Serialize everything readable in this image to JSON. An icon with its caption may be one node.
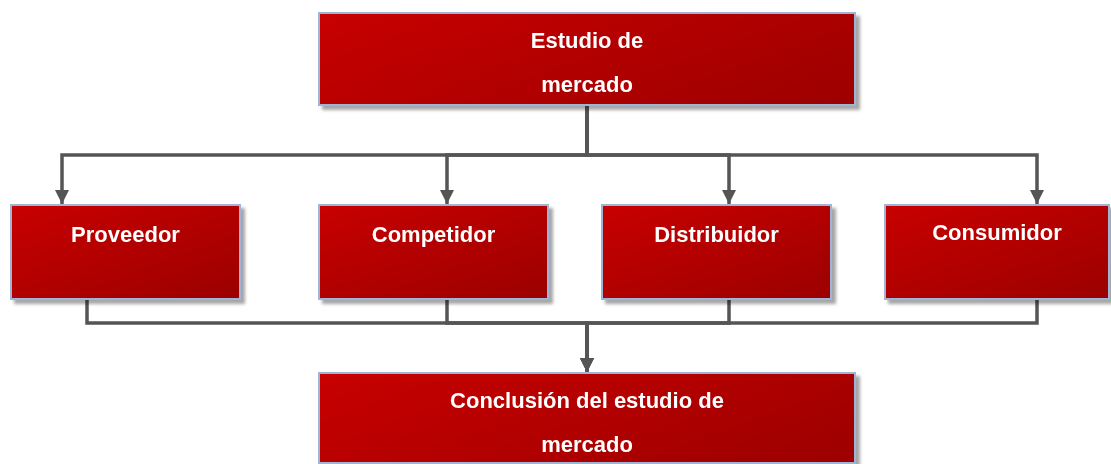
{
  "diagram": {
    "nodes": [
      {
        "text": [
          "Estudio de mercado"
        ]
      },
      {
        "text": [
          "Proveedor"
        ]
      },
      {
        "text": [
          "Competidor"
        ]
      },
      {
        "text": [
          "Distribuidor"
        ]
      },
      {
        "text": [
          "Consumidor"
        ]
      },
      {
        "text": [
          "Conclusión del estudio de mercado"
        ]
      }
    ],
    "edges": [
      {
        "from": 0,
        "to": 1,
        "arrow": "to"
      },
      {
        "from": 0,
        "to": 2,
        "arrow": "to"
      },
      {
        "from": 0,
        "to": 3,
        "arrow": "to"
      },
      {
        "from": 0,
        "to": 4,
        "arrow": "to"
      },
      {
        "from": 1,
        "to": 5,
        "arrow": "to"
      },
      {
        "from": 2,
        "to": 5,
        "arrow": "to"
      },
      {
        "from": 3,
        "to": 5,
        "arrow": "to"
      },
      {
        "from": 4,
        "to": 5,
        "arrow": "to"
      }
    ]
  }
}
